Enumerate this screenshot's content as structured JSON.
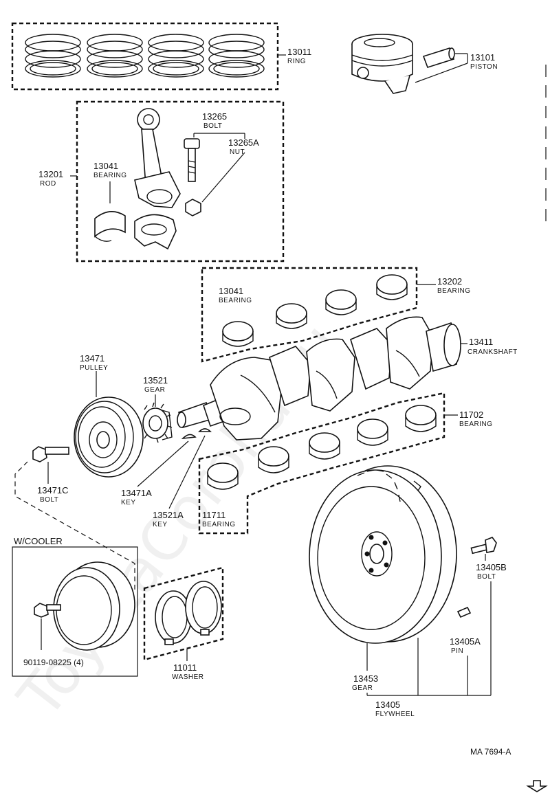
{
  "watermark": "ToyotaCorolla.ru",
  "diagram_id": "MA 7694-A",
  "corner_icon": "corner-arrow-icon",
  "parts": {
    "ring": {
      "number": "13011",
      "name": "RING"
    },
    "piston": {
      "number": "13101",
      "name": "PISTON"
    },
    "bolt_rod": {
      "number": "13265",
      "name": "BOLT"
    },
    "nut": {
      "number": "13265A",
      "name": "NUT"
    },
    "rod": {
      "number": "13201",
      "name": "ROD"
    },
    "rod_bearing": {
      "number": "13041",
      "name": "BEARING"
    },
    "bearing_set_upper": {
      "number": "13041",
      "name": "BEARING"
    },
    "bearing_13202": {
      "number": "13202",
      "name": "BEARING"
    },
    "crankshaft": {
      "number": "13411",
      "name": "CRANKSHAFT"
    },
    "pulley": {
      "number": "13471",
      "name": "PULLEY"
    },
    "gear_13521": {
      "number": "13521",
      "name": "GEAR"
    },
    "bearing_11702": {
      "number": "11702",
      "name": "BEARING"
    },
    "bolt_pulley": {
      "number": "13471C",
      "name": "BOLT"
    },
    "key_13471a": {
      "number": "13471A",
      "name": "KEY"
    },
    "key_13521a": {
      "number": "13521A",
      "name": "KEY"
    },
    "bearing_11711": {
      "number": "11711",
      "name": "BEARING"
    },
    "bolt_flywheel": {
      "number": "13405B",
      "name": "BOLT"
    },
    "pin": {
      "number": "13405A",
      "name": "PIN"
    },
    "washer": {
      "number": "11011",
      "name": "WASHER"
    },
    "cooler_bolt": {
      "number": "90119-08225 (4)"
    },
    "gear_13453": {
      "number": "13453",
      "name": "GEAR"
    },
    "flywheel": {
      "number": "13405",
      "name": "FLYWHEEL"
    }
  },
  "cooler_header": "W/COOLER"
}
